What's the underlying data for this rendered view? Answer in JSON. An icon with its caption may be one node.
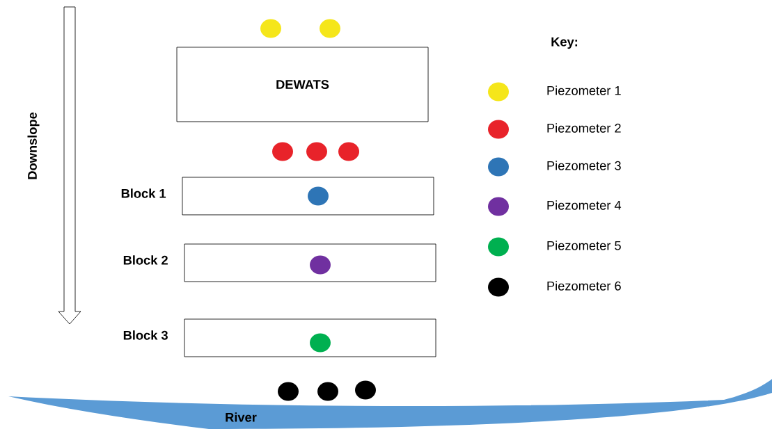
{
  "diagram": {
    "nodes": [
      {
        "text": [
          "DEWATS"
        ]
      },
      {
        "text": [
          "Block 1"
        ]
      },
      {
        "text": [
          "Block 2"
        ]
      },
      {
        "text": [
          "Block 3"
        ]
      }
    ],
    "labels": [
      "Key:",
      "Downslope",
      "River"
    ],
    "legend": [
      {
        "text": "Piezometer 1",
        "color": "#f5e61a"
      },
      {
        "text": "Piezometer 2",
        "color": "#e8232a"
      },
      {
        "text": "Piezometer 3",
        "color": "#2e75b6"
      },
      {
        "text": "Piezometer 4",
        "color": "#7030a0"
      },
      {
        "text": "Piezometer 5",
        "color": "#00b050"
      },
      {
        "text": "Piezometer 6",
        "color": "#000000"
      }
    ]
  }
}
